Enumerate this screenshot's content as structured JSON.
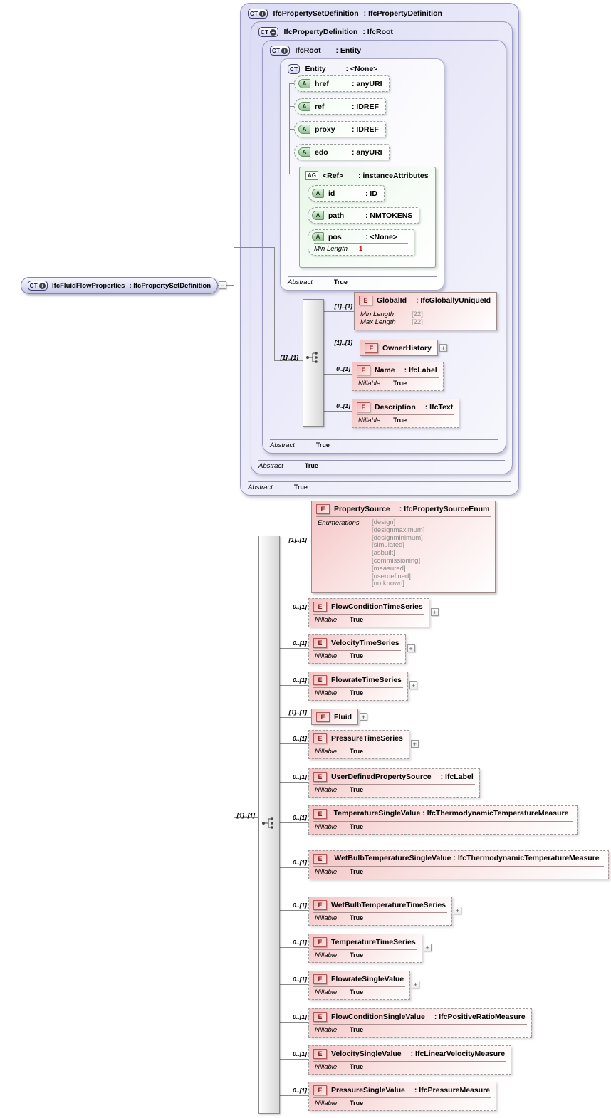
{
  "labels": {
    "abstract": "Abstract",
    "true_val": "True",
    "nillable": "Nillable",
    "enumerations": "Enumerations",
    "min_length": "Min Length",
    "max_length": "Max Length",
    "ct": "CT",
    "e": "E",
    "a": "A",
    "ag": "AG",
    "plus": "+",
    "minus": "−"
  },
  "root": {
    "name": "IfcFluidFlowProperties",
    "typetext": ": IfcPropertySetDefinition"
  },
  "inherit": {
    "psd": {
      "name": "IfcPropertySetDefinition",
      "typetext": ": IfcPropertyDefinition"
    },
    "pd": {
      "name": "IfcPropertyDefinition",
      "typetext": ": IfcRoot"
    },
    "ifcroot": {
      "name": "IfcRoot",
      "typetext": ": Entity"
    },
    "entity": {
      "name": "Entity",
      "typetext": ": <None>"
    }
  },
  "entity_attrs": [
    {
      "name": "href",
      "typetext": ": anyURI"
    },
    {
      "name": "ref",
      "typetext": ": IDREF"
    },
    {
      "name": "proxy",
      "typetext": ": IDREF"
    },
    {
      "name": "edo",
      "typetext": ": anyURI"
    }
  ],
  "ref_group": {
    "name": "<Ref>",
    "typetext": ": instanceAttributes",
    "attrs": [
      {
        "name": "id",
        "typetext": ": ID"
      },
      {
        "name": "path",
        "typetext": ": NMTOKENS"
      },
      {
        "name": "pos",
        "typetext": ": <None>",
        "facet_label": "Min Length",
        "facet_value": "1"
      }
    ]
  },
  "ifcroot_seq": {
    "card": "[1]..[1]",
    "items": [
      {
        "card": "[1]..[1]",
        "name": "GlobalId",
        "typetext": ": IfcGloballyUniqueId",
        "min_value": "[22]",
        "max_value": "[22]"
      },
      {
        "card": "[1]..[1]",
        "name": "OwnerHistory"
      },
      {
        "card": "0..[1]",
        "name": "Name",
        "typetext": ": IfcLabel"
      },
      {
        "card": "0..[1]",
        "name": "Description",
        "typetext": ": IfcText"
      }
    ]
  },
  "main_seq": {
    "card": "[1]..[1]",
    "items": [
      {
        "card": "[1]..[1]",
        "name": "PropertySource",
        "typetext": ": IfcPropertySourceEnum",
        "enums": [
          "[design]",
          "[designmaximum]",
          "[designminimum]",
          "[simulated]",
          "[asbuilt]",
          "[commissioning]",
          "[measured]",
          "[userdefined]",
          "[notknown]"
        ]
      },
      {
        "card": "0..[1]",
        "name": "FlowConditionTimeSeries"
      },
      {
        "card": "0..[1]",
        "name": "VelocityTimeSeries"
      },
      {
        "card": "0..[1]",
        "name": "FlowrateTimeSeries"
      },
      {
        "card": "[1]..[1]",
        "name": "Fluid"
      },
      {
        "card": "0..[1]",
        "name": "PressureTimeSeries"
      },
      {
        "card": "0..[1]",
        "name": "UserDefinedPropertySource",
        "typetext": ": IfcLabel"
      },
      {
        "card": "0..[1]",
        "name": "TemperatureSingleValue",
        "typetext": ": IfcThermodynamicTemperatureMeasure"
      },
      {
        "card": "0..[1]",
        "name": "WetBulbTemperatureSingleValue",
        "typetext": ": IfcThermodynamicTemperatureMeasure"
      },
      {
        "card": "0..[1]",
        "name": "WetBulbTemperatureTimeSeries"
      },
      {
        "card": "0..[1]",
        "name": "TemperatureTimeSeries"
      },
      {
        "card": "0..[1]",
        "name": "FlowrateSingleValue"
      },
      {
        "card": "0..[1]",
        "name": "FlowConditionSingleValue",
        "typetext": ": IfcPositiveRatioMeasure"
      },
      {
        "card": "0..[1]",
        "name": "VelocitySingleValue",
        "typetext": ": IfcLinearVelocityMeasure"
      },
      {
        "card": "0..[1]",
        "name": "PressureSingleValue",
        "typetext": ": IfcPressureMeasure"
      }
    ]
  },
  "colors": {
    "complex_type_fill": "#dcdcf5",
    "element_fill": "#f4c4c4",
    "attribute_fill": "#ecf8ec",
    "connector": "#888888",
    "facet_value_gray": "#8a8a8a",
    "required_red": "#cc0000"
  }
}
